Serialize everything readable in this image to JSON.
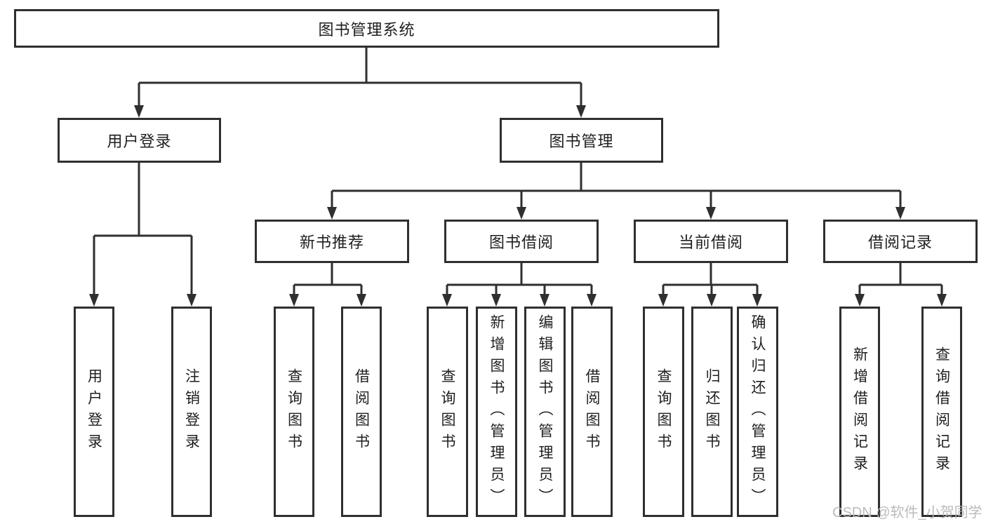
{
  "diagram": {
    "title": "图书管理系统",
    "watermark": "CSDN @软件_小贺同学",
    "colors": {
      "line": "#2f2f2f",
      "box_border": "#2f2f2f",
      "text": "#1f1f1f",
      "watermark": "#b6b6b6",
      "background": "#ffffff"
    },
    "nodes": {
      "root": {
        "label": "图书管理系统"
      },
      "user_login": {
        "label": "用户登录"
      },
      "book_mgmt": {
        "label": "图书管理"
      },
      "new_book_rec": {
        "label": "新书推荐"
      },
      "book_borrow": {
        "label": "图书借阅"
      },
      "current_borrow": {
        "label": "当前借阅"
      },
      "borrow_record": {
        "label": "借阅记录"
      },
      "leaf_user_login": {
        "label": "用户登录"
      },
      "leaf_logout": {
        "label": "注销登录"
      },
      "leaf_rec_query": {
        "label": "查询图书"
      },
      "leaf_rec_borrow": {
        "label": "借阅图书"
      },
      "leaf_bb_query": {
        "label": "查询图书"
      },
      "leaf_bb_add": {
        "label": "新增图书（管理员）"
      },
      "leaf_bb_edit": {
        "label": "编辑图书（管理员）"
      },
      "leaf_bb_borrow": {
        "label": "借阅图书"
      },
      "leaf_cb_query": {
        "label": "查询图书"
      },
      "leaf_cb_return": {
        "label": "归还图书"
      },
      "leaf_cb_confirm": {
        "label": "确认归还（管理员）"
      },
      "leaf_br_add": {
        "label": "新增借阅记录"
      },
      "leaf_br_query": {
        "label": "查询借阅记录"
      }
    }
  }
}
